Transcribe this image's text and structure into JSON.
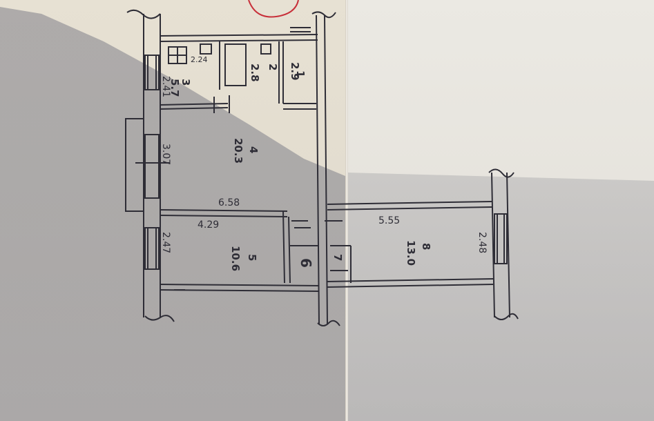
{
  "plan": {
    "rooms": [
      {
        "number": "1",
        "area": "2.9"
      },
      {
        "number": "2",
        "area": "2.8"
      },
      {
        "number": "3",
        "area": "5.7"
      },
      {
        "number": "4",
        "area": "20.3"
      },
      {
        "number": "5",
        "area": "10.6"
      },
      {
        "number": "6",
        "area": ""
      },
      {
        "number": "7",
        "area": ""
      },
      {
        "number": "8",
        "area": "13.0"
      }
    ],
    "dimensions": {
      "kitchen_width": "2.41",
      "room4_width": "3.07",
      "room5_width": "2.47",
      "room8_width": "2.48",
      "room4_length": "6.58",
      "room5_length": "4.29",
      "room8_length": "5.55",
      "stove_label": "2.24"
    }
  },
  "colors": {
    "ink": "#2e2d36",
    "stamp": "#c8303a",
    "paper": "#e7e1d3",
    "shadow": "#8f8e94"
  }
}
